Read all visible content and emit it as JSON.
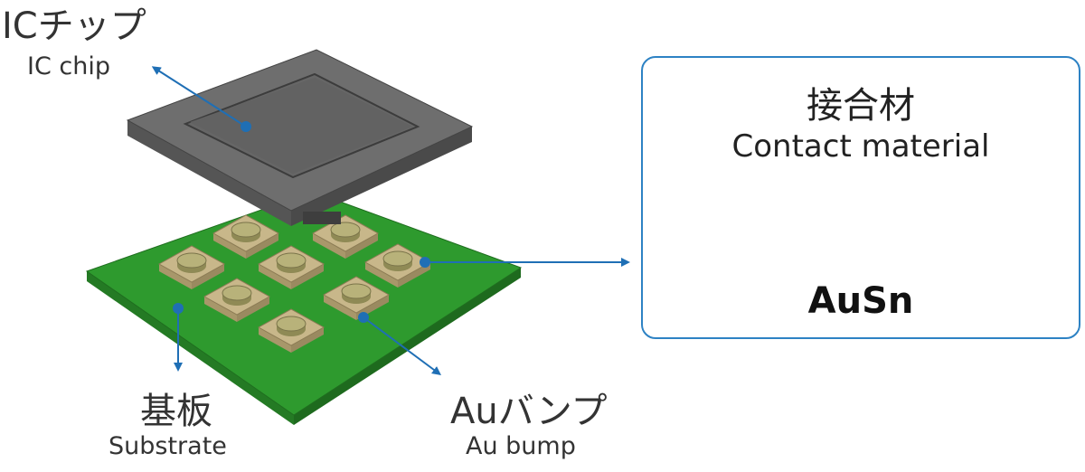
{
  "labels": {
    "ic_chip_jp": "ICチップ",
    "ic_chip_en": "IC chip",
    "substrate_jp": "基板",
    "substrate_en": "Substrate",
    "au_bump_jp": "Auバンプ",
    "au_bump_en": "Au bump"
  },
  "panel": {
    "title_jp": "接合材",
    "title_en": "Contact material",
    "material": "AuSn"
  },
  "colors": {
    "accent": "#1f6fb5",
    "substrate": "#2e9a2e",
    "chip": "#6e6e6e",
    "pad": "#c8b78a",
    "disc": "#f0c53c"
  }
}
